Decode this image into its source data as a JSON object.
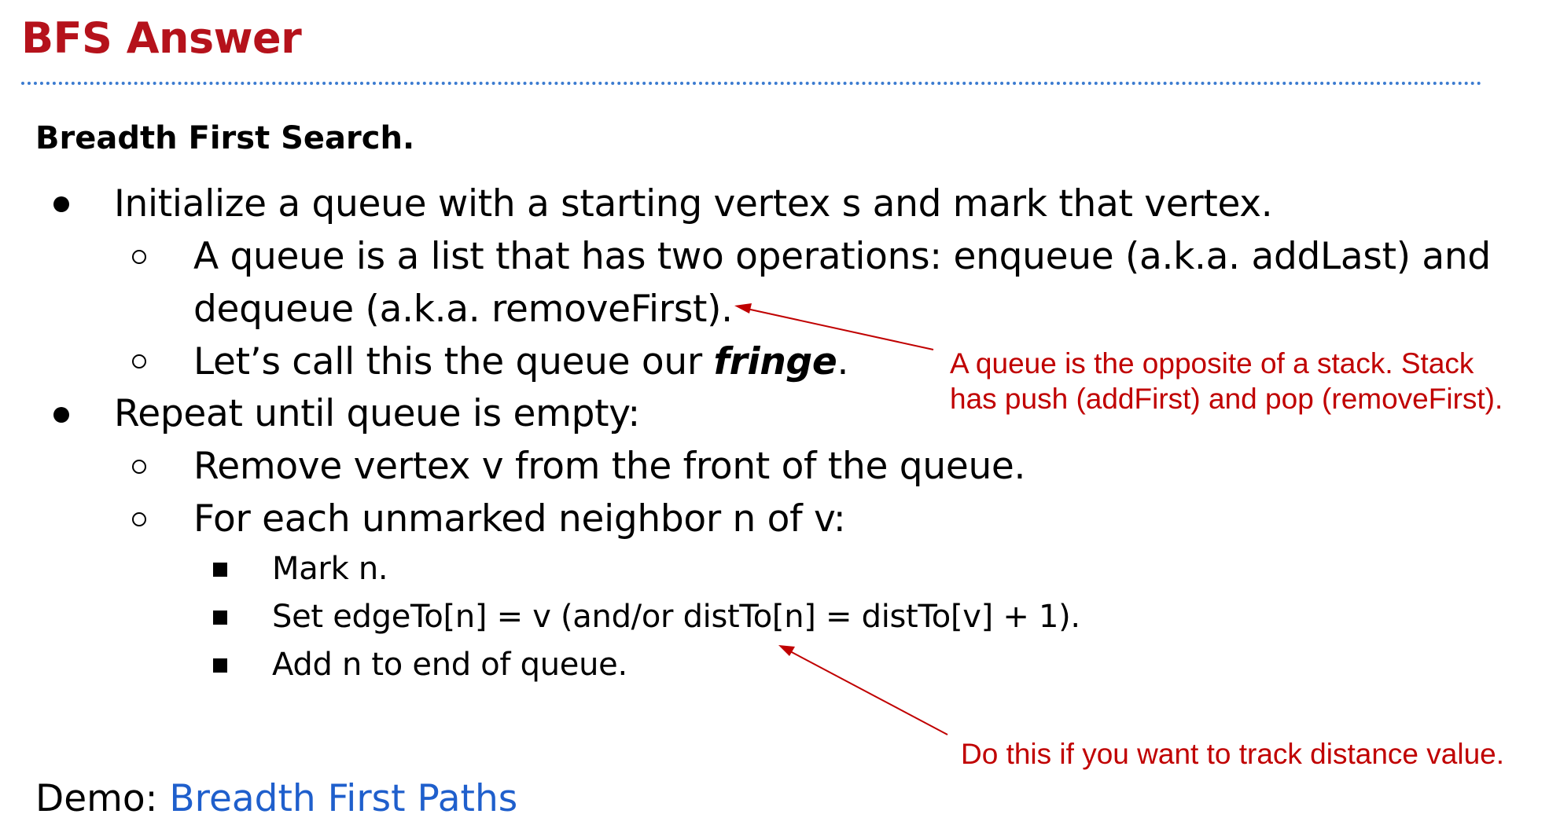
{
  "slide": {
    "title": "BFS Answer",
    "heading": "Breadth First Search.",
    "bullets": {
      "b1": "Initialize a queue with a starting vertex s and mark that vertex.",
      "b1_1a": "A queue is a list that has two operations: enqueue (a.k.a. addLast) and",
      "b1_1b": "dequeue (a.k.a. removeFirst).",
      "b1_2_pre": "Let’s call this the queue our ",
      "b1_2_em": "fringe",
      "b1_2_post": ".",
      "b2": "Repeat until queue is empty:",
      "b2_1": "Remove vertex v from the front of the queue.",
      "b2_2": "For each unmarked neighbor n of v:",
      "b2_2_1": "Mark n.",
      "b2_2_2": "Set edgeTo[n] = v (and/or distTo[n] = distTo[v] + 1).",
      "b2_2_3": "Add n to end of queue."
    },
    "annotations": {
      "queue_note_line1": "A queue is the opposite of a stack. Stack",
      "queue_note_line2": "has push (addFirst) and pop (removeFirst).",
      "distance_note": "Do this if you want to track distance value."
    },
    "demo": {
      "label": "Demo: ",
      "link": "Breadth First Paths"
    }
  },
  "colors": {
    "title": "#b5121b",
    "annotation": "#c00000",
    "link": "#1f5fcc",
    "rule": "#3b7bd0"
  }
}
